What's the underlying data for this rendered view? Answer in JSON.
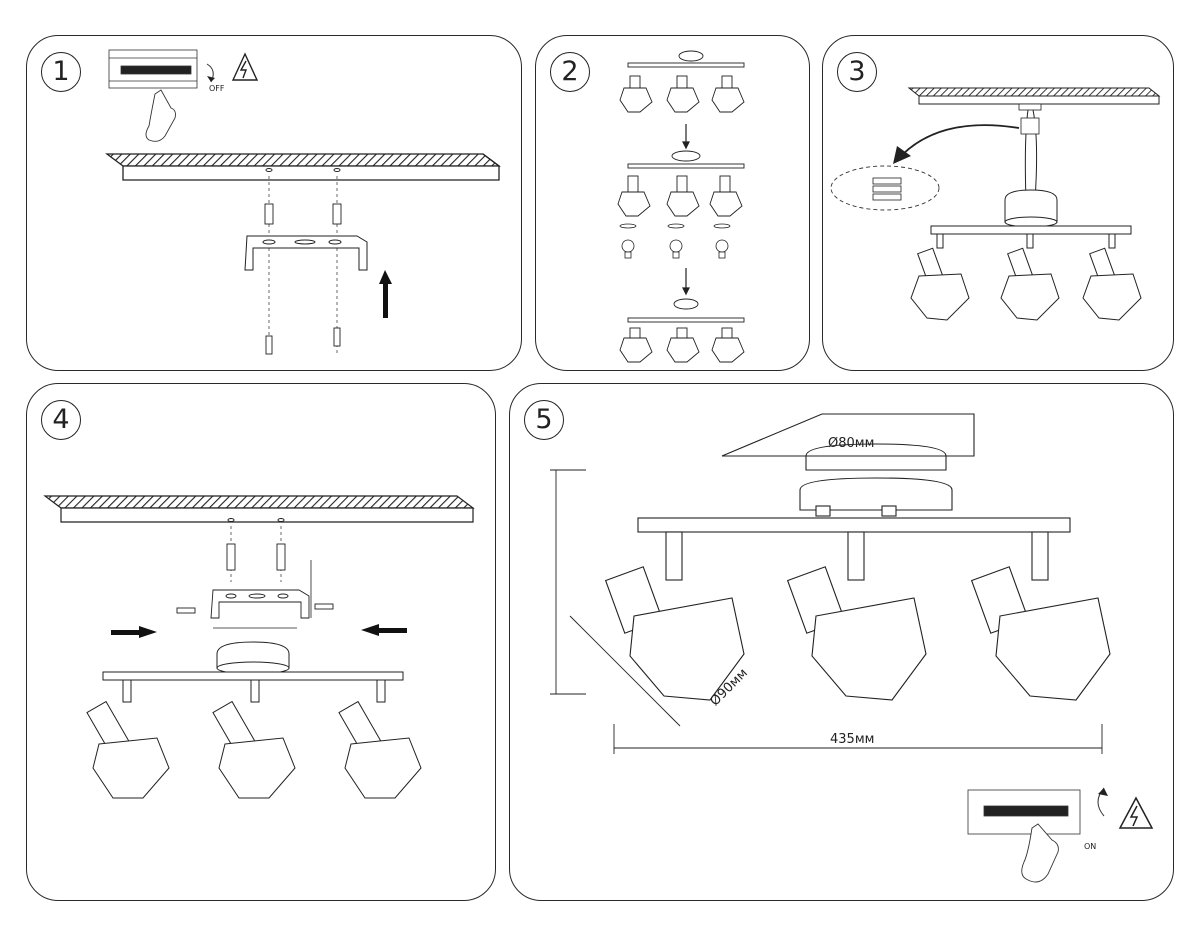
{
  "steps": [
    {
      "number": "1"
    },
    {
      "number": "2"
    },
    {
      "number": "3"
    },
    {
      "number": "4"
    },
    {
      "number": "5"
    }
  ],
  "labels": {
    "off": "OFF",
    "on": "ON",
    "canopy_diameter": "Ø80мм",
    "shade_diameter": "Ø90мм",
    "total_length": "435мм"
  },
  "icons": [
    "circuit-breaker-icon",
    "high-voltage-warning-icon",
    "hand-icon",
    "arrow-up-icon",
    "arrow-right-icon",
    "arrow-left-icon",
    "arrow-down-icon",
    "light-bulb-icon",
    "rotate-icon",
    "screw-icon",
    "wall-plug-icon"
  ],
  "colors": {
    "line": "#222222",
    "background": "#ffffff"
  }
}
